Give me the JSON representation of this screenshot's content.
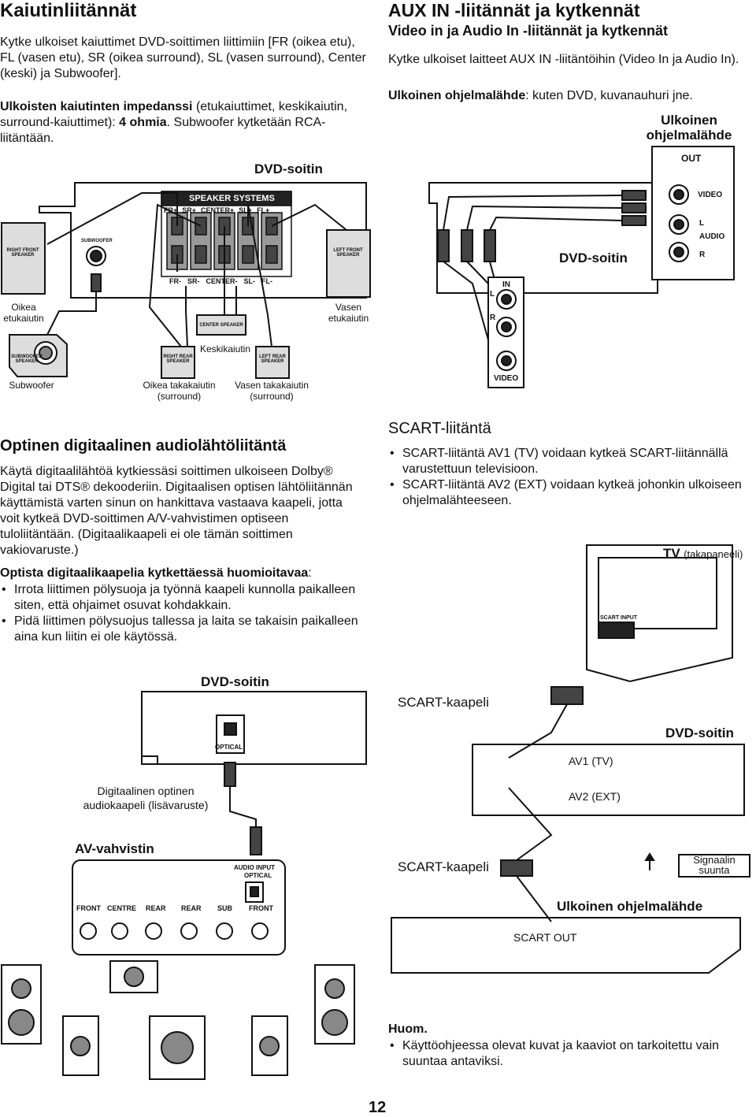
{
  "left_top": {
    "title": "Kaiutinliitännät",
    "para1": "Kytke ulkoiset kaiuttimet DVD-soittimen liittimiin [FR (oikea etu), FL (vasen etu), SR (oikea surround), SL (vasen surround), Center (keski) ja Subwoofer].",
    "para2_bold": "Ulkoisten kaiutinten impedanssi",
    "para2_a": " (etukaiuttimet, keskikaiutin, surround-kaiuttimet): ",
    "para2_ohm": "4 ohmia",
    "para2_b": ". Subwoofer kytketään RCA-liitäntään."
  },
  "speaker_diagram": {
    "dvd_label": "DVD-soitin",
    "panel_title": "SPEAKER SYSTEMS",
    "plus_labels": [
      "FR+",
      "SR+",
      "CENTER+",
      "SL+",
      "FL+"
    ],
    "minus_labels": [
      "FR-",
      "SR-",
      "CENTER-",
      "SL-",
      "FL-"
    ],
    "subwoofer_jack": "SUBWOOFER",
    "right_front_speaker": "RIGHT FRONT SPEAKER",
    "left_front_speaker": "LEFT FRONT SPEAKER",
    "center_speaker": "CENTER  SPEAKER",
    "subwoofer_speaker": "SUBWOOFER SPEAKER",
    "right_rear_speaker": "RIGHT REAR SPEAKER",
    "left_rear_speaker": "LEFT REAR SPEAKER",
    "cap_right_front": "Oikea etukaiutin",
    "cap_left_front": "Vasen etukaiutin",
    "cap_center": "Keskikaiutin",
    "cap_subwoofer": "Subwoofer",
    "cap_right_rear": "Oikea takakaiutin (surround)",
    "cap_left_rear": "Vasen takakaiutin (surround)"
  },
  "right_top": {
    "title": "AUX IN -liitännät ja kytkennät",
    "subtitle": "Video in ja Audio In -liitännät ja kytkennät",
    "para1": "Kytke ulkoiset laitteet AUX IN -liitäntöihin (Video In ja Audio In).",
    "para2_bold": "Ulkoinen ohjelmalähde",
    "para2_rest": ": kuten DVD, kuvanauhuri jne."
  },
  "aux_diagram": {
    "source_label": "Ulkoinen ohjelmalähde",
    "out": "OUT",
    "video": "VIDEO",
    "l": "L",
    "audio": "AUDIO",
    "r": "R",
    "dvd_label": "DVD-soitin",
    "in": "IN",
    "in_l": "L",
    "in_r": "R",
    "in_video": "VIDEO"
  },
  "optical": {
    "title": "Optinen digitaalinen audiolähtöliitäntä",
    "para": "Käytä digitaalilähtöä kytkiessäsi soittimen ulkoiseen Dolby® Digital tai DTS® dekooderiin. Digitaalisen optisen lähtöliitännän käyttämistä varten sinun on hankittava vastaava kaapeli, jotta voit kytkeä DVD-soittimen A/V-vahvistimen optiseen tuloliitäntään. (Digitaalikaapeli ei ole tämän soittimen vakiovaruste.)",
    "note_bold": "Optista digitaalikaapelia kytkettäessä huomioitavaa",
    "note_colon": ":",
    "bullets": [
      "Irrota liittimen pölysuoja ja työnnä kaapeli kunnolla paikalleen siten, että ohjaimet osuvat kohdakkain.",
      "Pidä liittimen pölysuojus tallessa ja laita se takaisin paikalleen aina kun liitin ei ole käytössä."
    ]
  },
  "optical_diagram": {
    "dvd_label": "DVD-soitin",
    "optical_port": "OPTICAL",
    "cable_label": "Digitaalinen optinen audiokaapeli (lisävaruste)",
    "amp_label": "AV-vahvistin",
    "amp_input": "AUDIO INPUT",
    "amp_input2": "OPTICAL",
    "amp_ports": [
      "FRONT",
      "CENTRE",
      "REAR",
      "REAR",
      "SUB",
      "FRONT"
    ]
  },
  "scart": {
    "title": "SCART-liitäntä",
    "bullets": [
      "SCART-liitäntä AV1 (TV) voidaan kytkeä SCART-liitännällä varustettuun televisioon.",
      "SCART-liitäntä AV2 (EXT) voidaan kytkeä johonkin ulkoiseen ohjelmalähteeseen."
    ]
  },
  "scart_diagram": {
    "tv_label": "TV",
    "tv_sub": "(takapaneeli)",
    "scart_input": "SCART INPUT",
    "cable1": "SCART-kaapeli",
    "dvd_label": "DVD-soitin",
    "av1": "AV1 (TV)",
    "av2": "AV2 (EXT)",
    "cable2": "SCART-kaapeli",
    "signal": "Signaalin suunta",
    "source_label": "Ulkoinen ohjelmalähde",
    "scart_out": "SCART OUT"
  },
  "note": {
    "title": "Huom.",
    "bullet": "Käyttöohjeessa olevat kuvat ja kaaviot on tarkoitettu vain suuntaa antaviksi."
  },
  "page_number": "12"
}
